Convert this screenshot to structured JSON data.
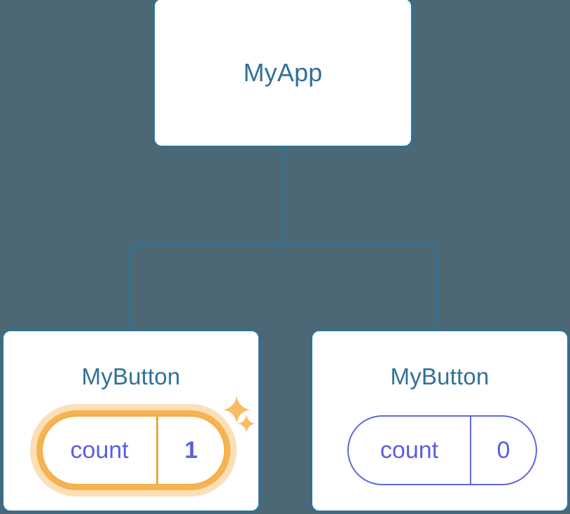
{
  "diagram": {
    "type": "component-tree",
    "title": "Component tree with reactive state update",
    "background_color": "#4c6874",
    "palette": {
      "card_border": "#2f7198",
      "card_fill": "#ffffff",
      "connector": "#2f7198",
      "state_stroke": "#6266dd",
      "state_text": "#5b60dd",
      "highlight_stroke": "#f5b351",
      "highlight_glow": "#fbdfb6",
      "sparkle": "#f8bc62"
    }
  },
  "nodes": {
    "root": {
      "label": "MyApp"
    },
    "children": [
      {
        "label": "MyButton",
        "highlighted": true,
        "state": {
          "key": "count",
          "value": "1"
        },
        "sparkles": [
          "sparkle-large",
          "sparkle-small"
        ]
      },
      {
        "label": "MyButton",
        "highlighted": false,
        "state": {
          "key": "count",
          "value": "0"
        },
        "sparkles": []
      }
    ]
  },
  "edges": [
    {
      "from": "MyApp",
      "to": "MyButton (count 1)"
    },
    {
      "from": "MyApp",
      "to": "MyButton (count 0)"
    }
  ]
}
